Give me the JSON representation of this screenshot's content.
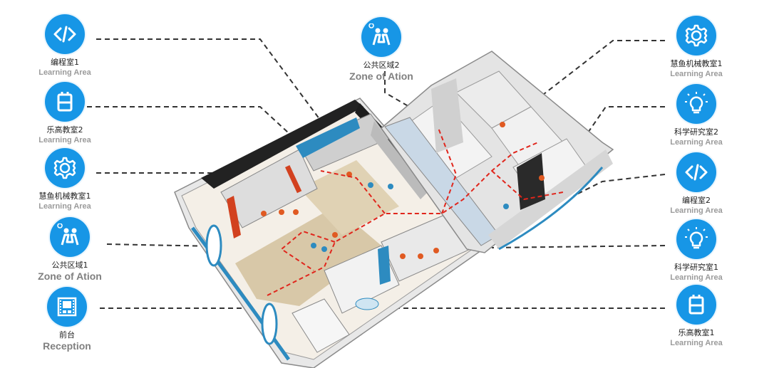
{
  "colors": {
    "icon_blue": "#1796e6",
    "route_red": "#e0261c",
    "leader_dark": "#333333"
  },
  "left_markers": [
    {
      "icon": "code-icon",
      "name": "编程室1",
      "sub": "Learning Area"
    },
    {
      "icon": "lego-icon",
      "name": "乐高教室2",
      "sub": "Learning Area"
    },
    {
      "icon": "gear-icon",
      "name": "慧鱼机械教室1",
      "sub": "Learning Area"
    },
    {
      "icon": "people-icon",
      "name": "公共区域1",
      "sub": "Zone of Ation"
    },
    {
      "icon": "film-icon",
      "name": "前台",
      "sub": "Reception"
    }
  ],
  "top_marker": {
    "icon": "people-icon",
    "name": "公共区域2",
    "sub": "Zone of Ation"
  },
  "right_markers": [
    {
      "icon": "gear-icon",
      "name": "慧鱼机械教室1",
      "sub": "Learning Area"
    },
    {
      "icon": "bulb-icon",
      "name": "科学研究室2",
      "sub": "Learning Area"
    },
    {
      "icon": "code-icon",
      "name": "编程室2",
      "sub": "Learning Area"
    },
    {
      "icon": "bulb-icon",
      "name": "科学研究室1",
      "sub": "Learning Area"
    },
    {
      "icon": "lego-icon",
      "name": "乐高教室1",
      "sub": "Learning Area"
    }
  ]
}
